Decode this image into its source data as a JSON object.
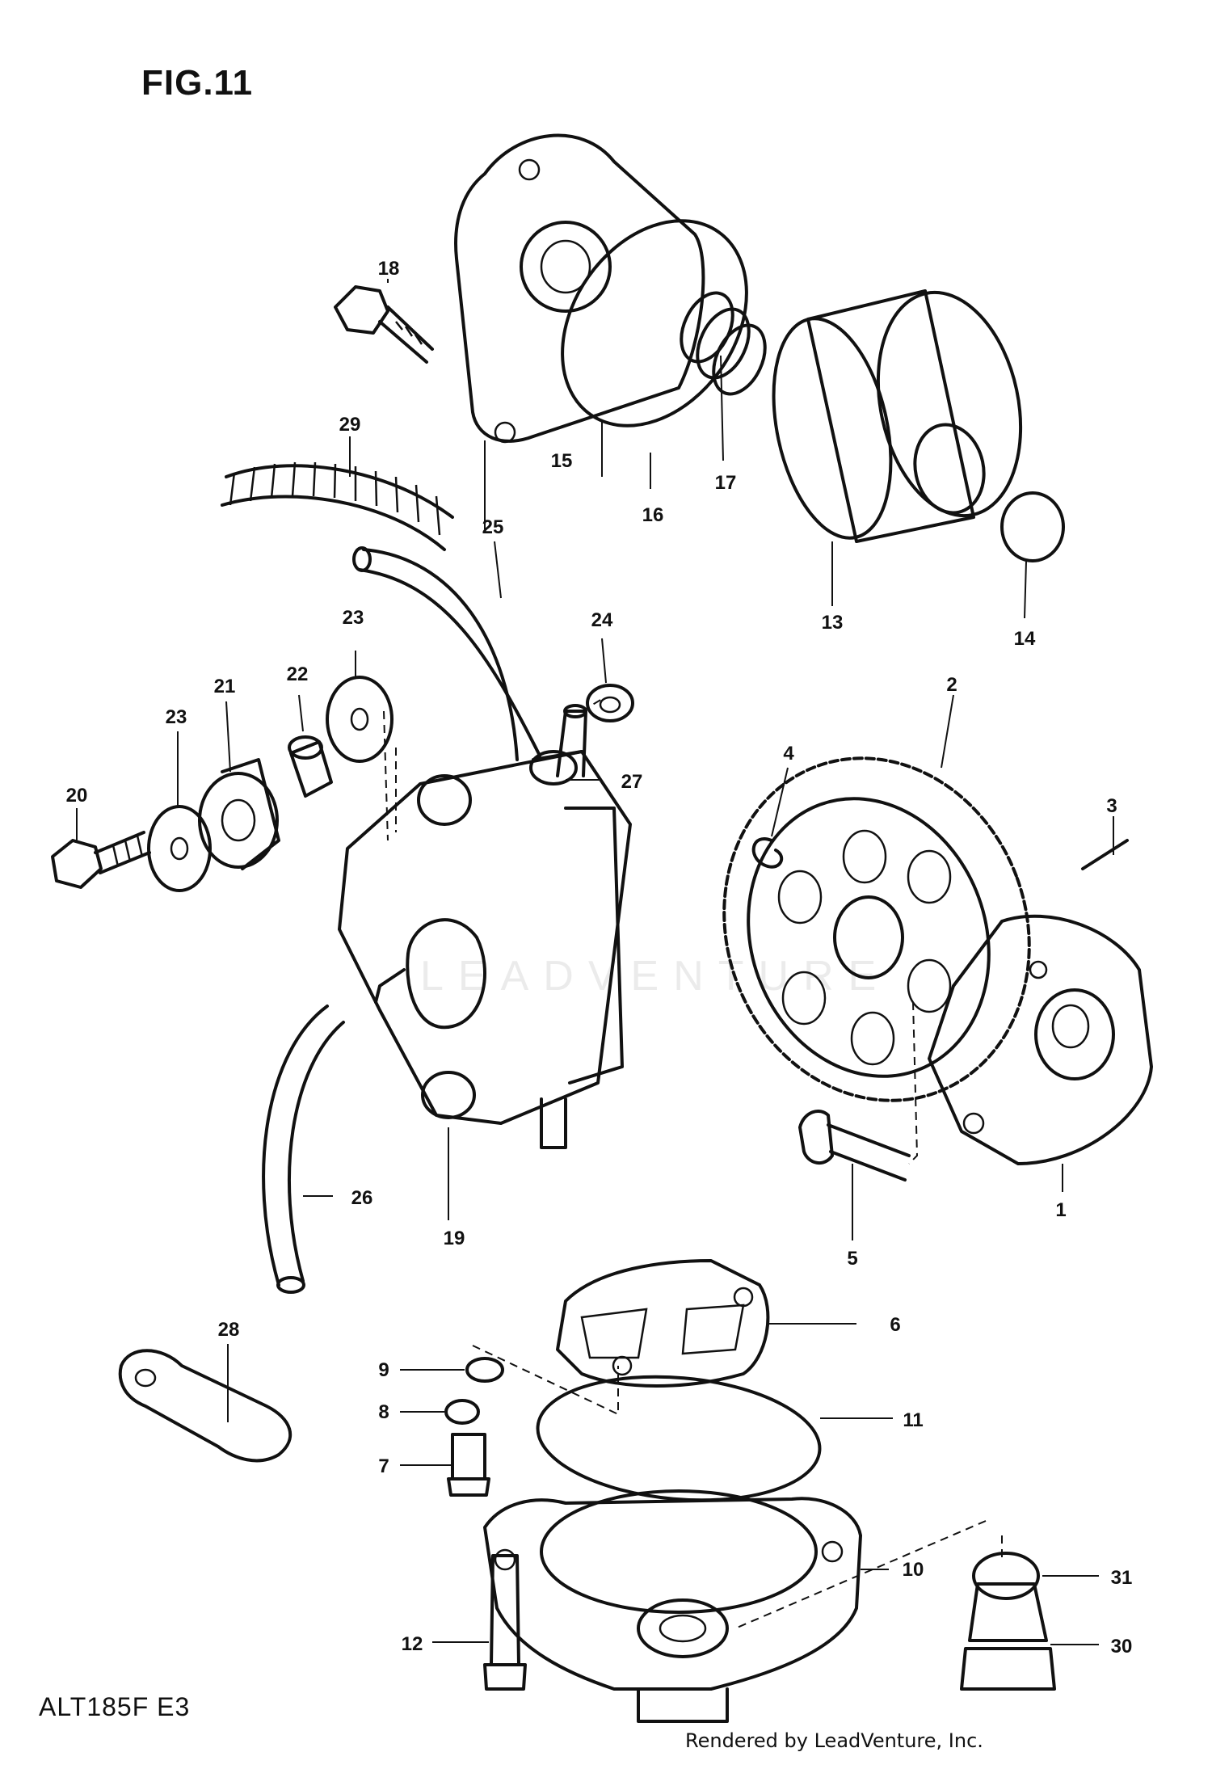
{
  "figure": {
    "title": "FIG.11",
    "model_code": "ALT185F E3",
    "credit": "Rendered by LeadVenture, Inc."
  },
  "callouts": [
    "18",
    "29",
    "15",
    "16",
    "17",
    "13",
    "14",
    "25",
    "24",
    "23",
    "21",
    "22",
    "23",
    "20",
    "27",
    "4",
    "2",
    "3",
    "19",
    "26",
    "5",
    "1",
    "6",
    "28",
    "9",
    "8",
    "7",
    "11",
    "10",
    "31",
    "12",
    "30"
  ]
}
